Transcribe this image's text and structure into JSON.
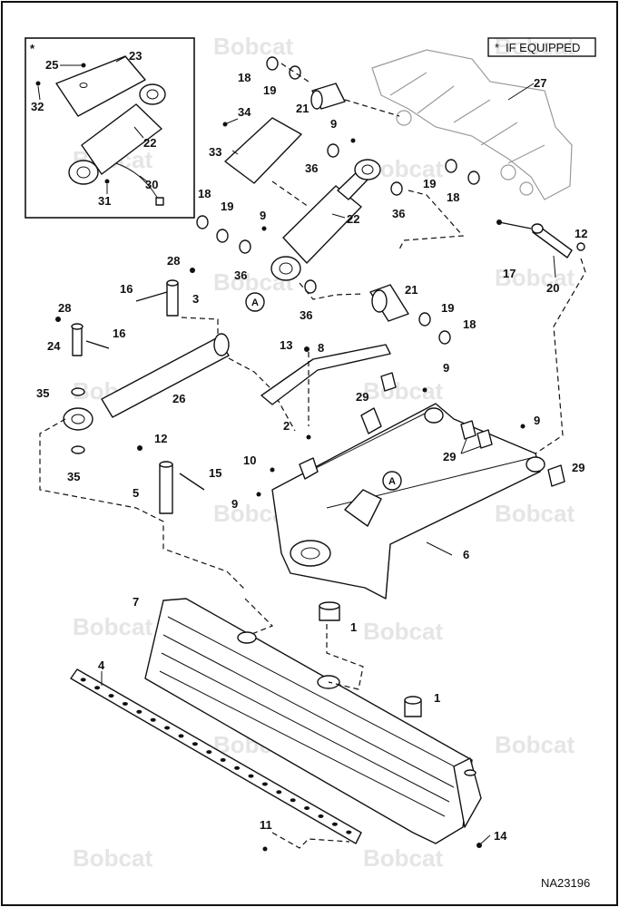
{
  "legend": {
    "asterisk": "*",
    "text": "IF EQUIPPED"
  },
  "inset_marker": "*",
  "drawing_code": "NA23196",
  "watermark": "Bobcat",
  "callout_letter": "A",
  "part_labels": [
    {
      "id": "lbl-23",
      "text": "23"
    },
    {
      "id": "lbl-25",
      "text": "25"
    },
    {
      "id": "lbl-32",
      "text": "32"
    },
    {
      "id": "lbl-22a",
      "text": "22"
    },
    {
      "id": "lbl-30",
      "text": "30"
    },
    {
      "id": "lbl-31",
      "text": "31"
    },
    {
      "id": "lbl-18a",
      "text": "18"
    },
    {
      "id": "lbl-19a",
      "text": "19"
    },
    {
      "id": "lbl-21a",
      "text": "21"
    },
    {
      "id": "lbl-34",
      "text": "34"
    },
    {
      "id": "lbl-33",
      "text": "33"
    },
    {
      "id": "lbl-9a",
      "text": "9"
    },
    {
      "id": "lbl-36a",
      "text": "36"
    },
    {
      "id": "lbl-36b",
      "text": "36"
    },
    {
      "id": "lbl-19b",
      "text": "19"
    },
    {
      "id": "lbl-18b",
      "text": "18"
    },
    {
      "id": "lbl-27",
      "text": "27"
    },
    {
      "id": "lbl-18c",
      "text": "18"
    },
    {
      "id": "lbl-19c",
      "text": "19"
    },
    {
      "id": "lbl-9b",
      "text": "9"
    },
    {
      "id": "lbl-36c",
      "text": "36"
    },
    {
      "id": "lbl-22b",
      "text": "22"
    },
    {
      "id": "lbl-12a",
      "text": "12"
    },
    {
      "id": "lbl-17",
      "text": "17"
    },
    {
      "id": "lbl-20",
      "text": "20"
    },
    {
      "id": "lbl-28a",
      "text": "28"
    },
    {
      "id": "lbl-16a",
      "text": "16"
    },
    {
      "id": "lbl-3",
      "text": "3"
    },
    {
      "id": "lbl-36d",
      "text": "36"
    },
    {
      "id": "lbl-21b",
      "text": "21"
    },
    {
      "id": "lbl-19d",
      "text": "19"
    },
    {
      "id": "lbl-18d",
      "text": "18"
    },
    {
      "id": "lbl-28b",
      "text": "28"
    },
    {
      "id": "lbl-16b",
      "text": "16"
    },
    {
      "id": "lbl-24",
      "text": "24"
    },
    {
      "id": "lbl-13",
      "text": "13"
    },
    {
      "id": "lbl-8",
      "text": "8"
    },
    {
      "id": "lbl-9c",
      "text": "9"
    },
    {
      "id": "lbl-35a",
      "text": "35"
    },
    {
      "id": "lbl-26",
      "text": "26"
    },
    {
      "id": "lbl-29a",
      "text": "29"
    },
    {
      "id": "lbl-9d",
      "text": "9"
    },
    {
      "id": "lbl-2",
      "text": "2"
    },
    {
      "id": "lbl-29b",
      "text": "29"
    },
    {
      "id": "lbl-12b",
      "text": "12"
    },
    {
      "id": "lbl-35b",
      "text": "35"
    },
    {
      "id": "lbl-10",
      "text": "10"
    },
    {
      "id": "lbl-15",
      "text": "15"
    },
    {
      "id": "lbl-29c",
      "text": "29"
    },
    {
      "id": "lbl-5",
      "text": "5"
    },
    {
      "id": "lbl-9e",
      "text": "9"
    },
    {
      "id": "lbl-6",
      "text": "6"
    },
    {
      "id": "lbl-7",
      "text": "7"
    },
    {
      "id": "lbl-1a",
      "text": "1"
    },
    {
      "id": "lbl-4",
      "text": "4"
    },
    {
      "id": "lbl-1b",
      "text": "1"
    },
    {
      "id": "lbl-11",
      "text": "11"
    },
    {
      "id": "lbl-14",
      "text": "14"
    }
  ]
}
